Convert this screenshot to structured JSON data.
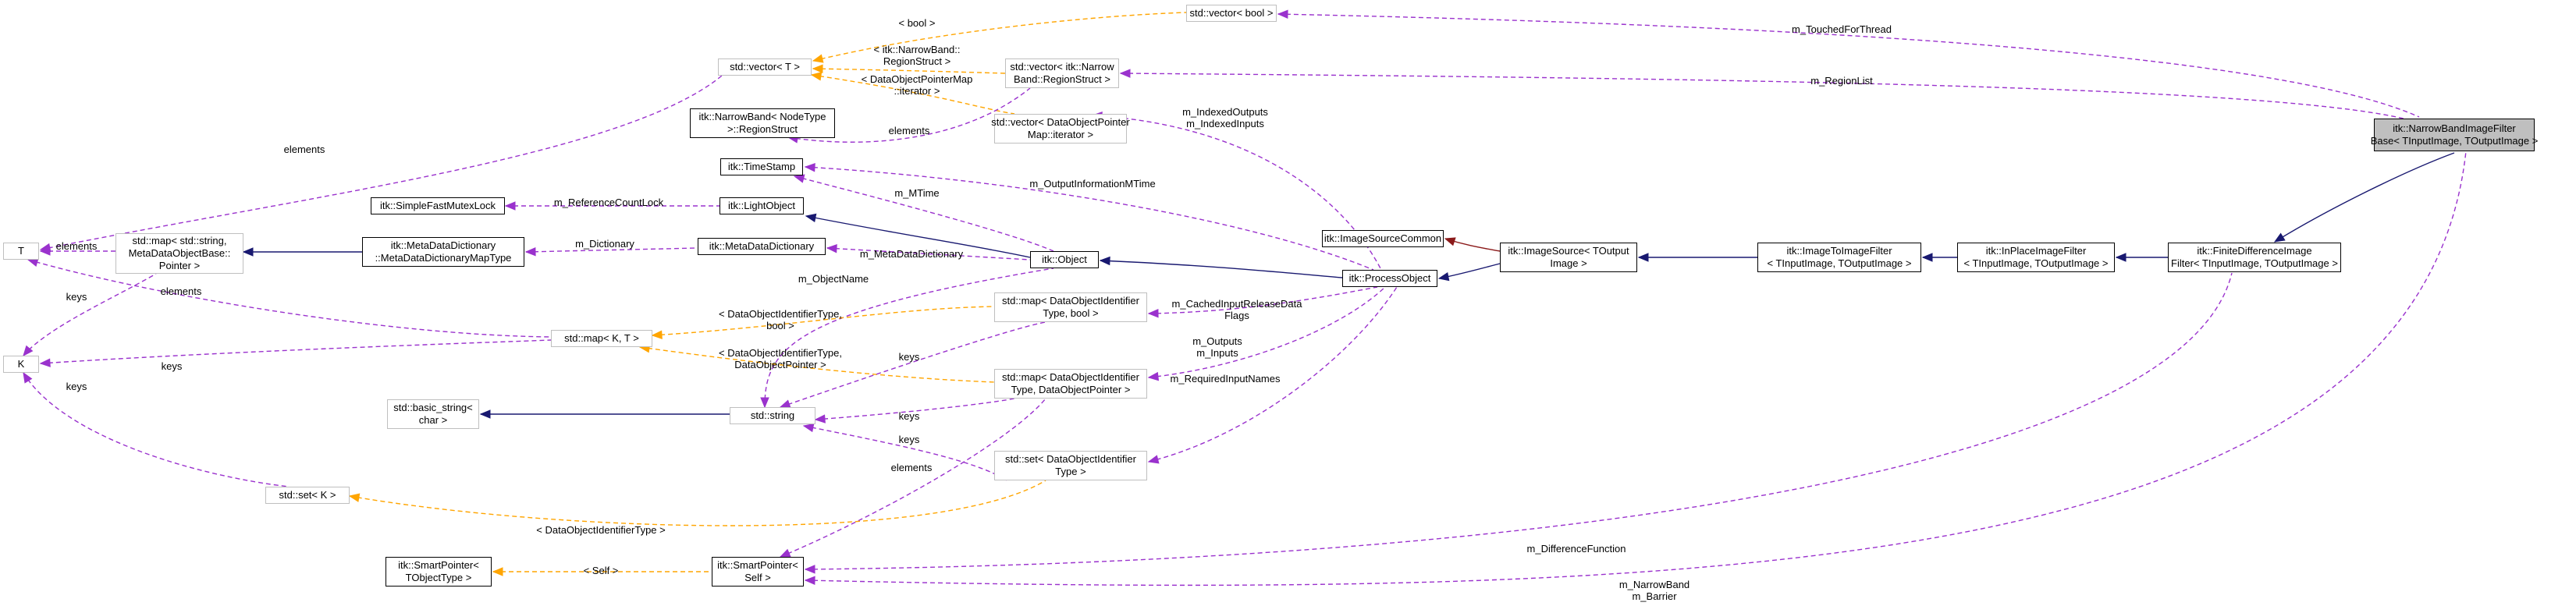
{
  "colors": {
    "inheritance": "#191970",
    "usage": "#9a32cd",
    "template": "#ffa500",
    "protected": "#8b1a1a",
    "focus_fill": "#bfbfbf",
    "grey_border": "#bfbfbf"
  },
  "nodes": {
    "narrowband_filter": [
      "itk::NarrowBandImageFilter",
      "Base< TInputImage, TOutputImage >"
    ],
    "vector_bool": [
      "std::vector< bool >"
    ],
    "vector_region": [
      "std::vector< itk::Narrow",
      "Band::RegionStruct >"
    ],
    "vector_T": [
      "std::vector< T >"
    ],
    "nb_regionstruct": [
      "itk::NarrowBand< NodeType",
      ">::RegionStruct"
    ],
    "vector_dop_iter": [
      "std::vector< DataObjectPointer",
      "Map::iterator >"
    ],
    "timestamp": [
      "itk::TimeStamp"
    ],
    "simple_lock": [
      "itk::SimpleFastMutexLock"
    ],
    "light_object": [
      "itk::LightObject"
    ],
    "T": [
      "T"
    ],
    "map_string": [
      "std::map< std::string,",
      "MetaDataObjectBase::",
      "Pointer >"
    ],
    "meta_dict_map": [
      "itk::MetaDataDictionary",
      "::MetaDataDictionaryMapType"
    ],
    "meta_dict": [
      "itk::MetaDataDictionary"
    ],
    "object": [
      "itk::Object"
    ],
    "image_source_common": [
      "itk::ImageSourceCommon"
    ],
    "process_object": [
      "itk::ProcessObject"
    ],
    "image_source": [
      "itk::ImageSource< TOutput",
      "Image >"
    ],
    "image_to_image": [
      "itk::ImageToImageFilter",
      "< TInputImage, TOutputImage >"
    ],
    "inplace": [
      "itk::InPlaceImageFilter",
      "< TInputImage, TOutputImage >"
    ],
    "finite_diff": [
      "itk::FiniteDifferenceImage",
      "Filter< TInputImage, TOutputImage >"
    ],
    "K": [
      "K"
    ],
    "map_K_T": [
      "std::map< K, T >"
    ],
    "map_dot_bool": [
      "std::map< DataObjectIdentifier",
      "Type, bool >"
    ],
    "map_dot_ptr": [
      "std::map< DataObjectIdentifier",
      "Type, DataObjectPointer >"
    ],
    "basic_string": [
      "std::basic_string<",
      "char >"
    ],
    "string": [
      "std::string"
    ],
    "set_dot": [
      "std::set< DataObjectIdentifier",
      "Type >"
    ],
    "set_K": [
      "std::set< K >"
    ],
    "smartptr_T": [
      "itk::SmartPointer<",
      "TObjectType >"
    ],
    "smartptr_self": [
      "itk::SmartPointer<",
      "Self >"
    ]
  },
  "edge_labels": {
    "touched": [
      "m_TouchedForThread"
    ],
    "bool_tmpl": [
      "< bool >"
    ],
    "region_list": [
      "m_RegionList"
    ],
    "nb_tmpl": [
      "< itk::NarrowBand::",
      "RegionStruct >"
    ],
    "dop_tmpl": [
      "< DataObjectPointerMap",
      "::iterator >"
    ],
    "elements_nb": [
      "elements"
    ],
    "indexed": [
      "m_IndexedOutputs",
      "m_IndexedInputs"
    ],
    "elements_vt": [
      "elements"
    ],
    "out_info": [
      "m_OutputInformationMTime"
    ],
    "mtime": [
      "m_MTime"
    ],
    "ref_lock": [
      "m_ReferenceCountLock"
    ],
    "elements_map": [
      "elements"
    ],
    "dictionary": [
      "m_Dictionary"
    ],
    "meta_dictionary": [
      "m_MetaDataDictionary"
    ],
    "keys_map": [
      "keys"
    ],
    "object_name": [
      "m_ObjectName"
    ],
    "elements_kt": [
      "elements"
    ],
    "cached": [
      "m_CachedInputReleaseData",
      "Flags"
    ],
    "dot_bool_tmpl": [
      "< DataObjectIdentifierType,",
      "bool >"
    ],
    "keys_kt": [
      "keys"
    ],
    "dot_ptr_tmpl": [
      "< DataObjectIdentifierType,",
      "DataObjectPointer >"
    ],
    "outputs": [
      "m_Outputs",
      "m_Inputs"
    ],
    "keys_bool": [
      "keys"
    ],
    "keys_set_k": [
      "keys"
    ],
    "keys_ptr": [
      "keys"
    ],
    "required": [
      "m_RequiredInputNames"
    ],
    "keys_set": [
      "keys"
    ],
    "elements_sp": [
      "elements"
    ],
    "dot_tmpl": [
      "< DataObjectIdentifierType >"
    ],
    "diff_fn": [
      "m_DifferenceFunction"
    ],
    "self_tmpl": [
      "< Self >"
    ],
    "narrowband": [
      "m_NarrowBand",
      "m_Barrier"
    ]
  }
}
